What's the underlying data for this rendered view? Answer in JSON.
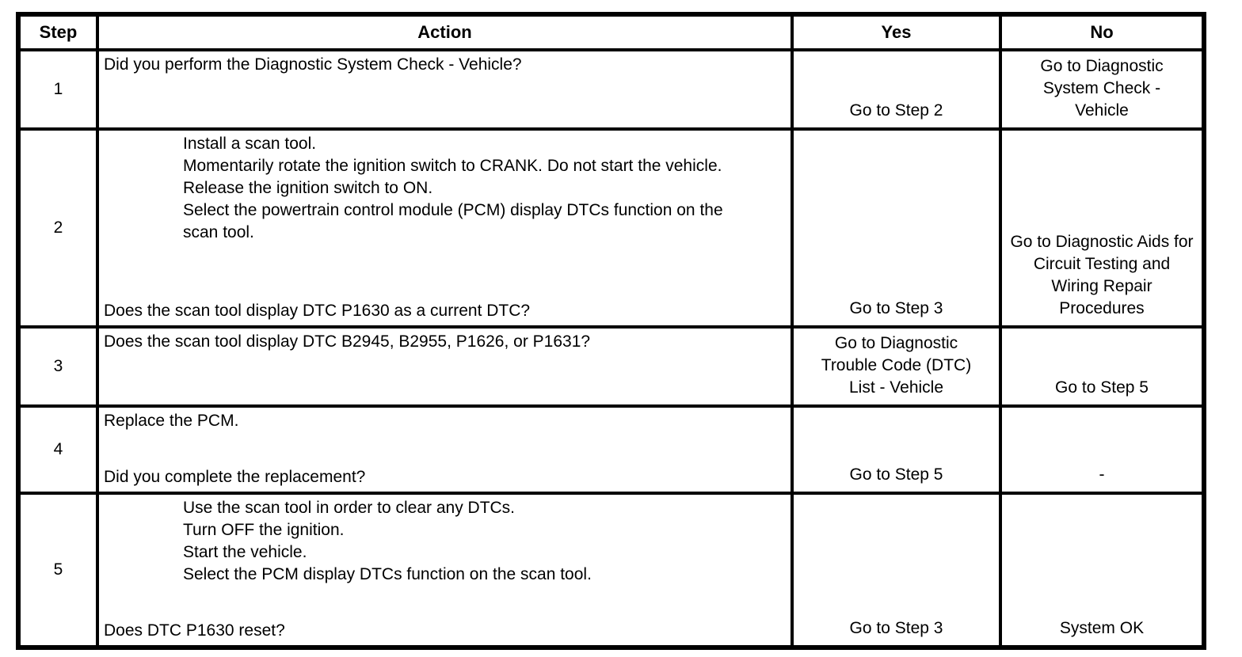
{
  "table": {
    "headers": {
      "step": "Step",
      "action": "Action",
      "yes": "Yes",
      "no": "No"
    },
    "rows": [
      {
        "step": "1",
        "statement": "Did you perform the Diagnostic System Check - Vehicle?",
        "yes": "Go to Step 2",
        "no": "Go to Diagnostic System Check - Vehicle"
      },
      {
        "step": "2",
        "items": [
          "Install a scan tool.",
          "Momentarily rotate the ignition switch to CRANK. Do not start the vehicle.",
          "Release the ignition switch to ON.",
          "Select the powertrain control module (PCM) display DTCs function on the scan tool."
        ],
        "question": "Does the scan tool display DTC P1630 as a current DTC?",
        "yes": "Go to Step 3",
        "no": "Go to Diagnostic Aids for Circuit Testing and Wiring Repair Procedures"
      },
      {
        "step": "3",
        "statement": "Does the scan tool display DTC B2945, B2955, P1626, or P1631?",
        "yes": "Go to Diagnostic Trouble Code (DTC) List - Vehicle",
        "no": "Go to Step 5"
      },
      {
        "step": "4",
        "statement": "Replace the PCM.",
        "question": "Did you complete the replacement?",
        "yes": "Go to Step 5",
        "no": "-"
      },
      {
        "step": "5",
        "items": [
          "Use the scan tool in order to clear any DTCs.",
          "Turn OFF the ignition.",
          "Start the vehicle.",
          "Select the PCM display DTCs function on the scan tool."
        ],
        "question": "Does DTC P1630 reset?",
        "yes": "Go to Step 3",
        "no": "System OK"
      }
    ]
  }
}
